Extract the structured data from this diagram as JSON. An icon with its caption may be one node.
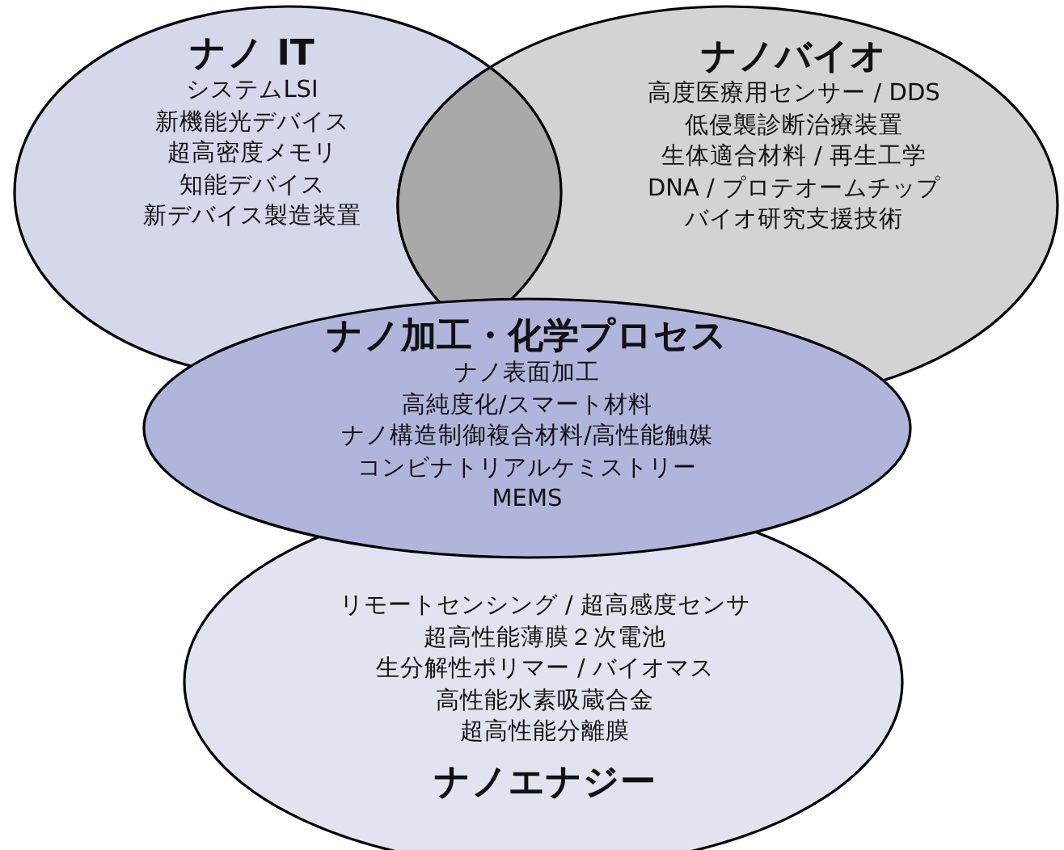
{
  "diagram": {
    "nodes": [
      {
        "text": [
          "ナノ IT",
          "システムLSI",
          "新機能光デバイス",
          "超高密度メモリ",
          "知能デバイス",
          "新デバイス製造装置"
        ]
      },
      {
        "text": [
          "ナノバイオ",
          "高度医療用センサー / DDS",
          "低侵襲診断治療装置",
          "生体適合材料 / 再生工学",
          "DNA / プロテオームチップ",
          "バイオ研究支援技術"
        ]
      },
      {
        "text": [
          "ナノ加工・化学プロセス",
          "ナノ表面加工",
          "高純度化/スマート材料",
          "ナノ構造制御複合材料/高性能触媒",
          "コンビナトリアルケミストリー",
          "MEMS"
        ]
      },
      {
        "text": [
          "リモートセンシング / 超高感度センサ",
          "超高性能薄膜２次電池",
          "生分解性ポリマー / バイオマス",
          "高性能水素吸蔵合金",
          "超高性能分離膜",
          "ナノエナジー"
        ]
      }
    ]
  }
}
